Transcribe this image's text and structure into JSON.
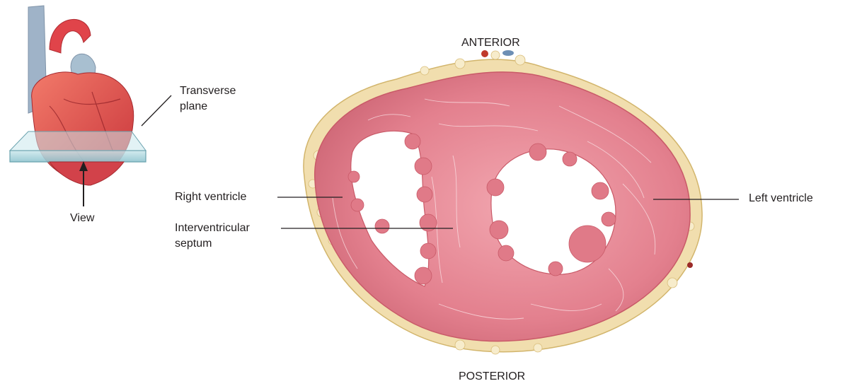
{
  "orientation": {
    "top": "ANTERIOR",
    "bottom": "POSTERIOR"
  },
  "labels": {
    "transverse_plane_line1": "Transverse",
    "transverse_plane_line2": "plane",
    "view": "View",
    "right_ventricle": "Right ventricle",
    "interventricular_septum_line1": "Interventricular",
    "interventricular_septum_line2": "septum",
    "left_ventricle": "Left ventricle"
  },
  "colors": {
    "myocardium": "#e07a88",
    "myocardium_light": "#f0a3ad",
    "fat": "#f3e3b3",
    "vessel_red": "#c0392b",
    "vessel_blue": "#6d8fb5",
    "plane": "#a9d4dc",
    "leader_line": "#231f20"
  }
}
